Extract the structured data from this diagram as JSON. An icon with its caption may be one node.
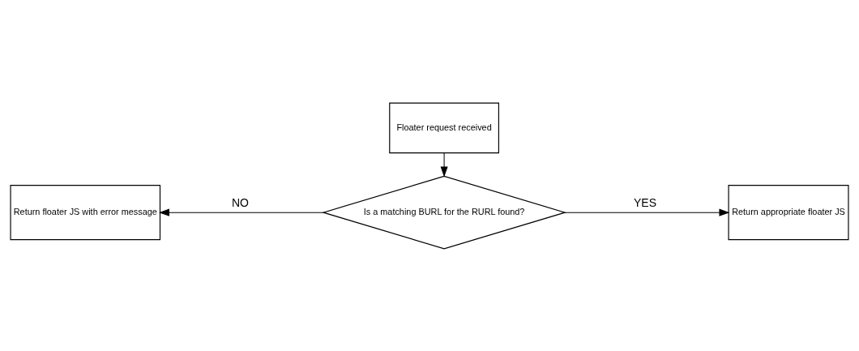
{
  "diagram": {
    "nodes": [
      {
        "text": [
          "Floater request received"
        ]
      },
      {
        "text": [
          "Is a matching BURL for the RURL found?"
        ]
      },
      {
        "text": [
          "Return floater JS with error message"
        ]
      },
      {
        "text": [
          "Return appropriate floater JS"
        ]
      }
    ],
    "edges": [
      {
        "from": 0,
        "to": 1,
        "arrow": "to"
      },
      {
        "from": 1,
        "to": 2,
        "arrow": "to",
        "label": "NO"
      },
      {
        "from": 1,
        "to": 3,
        "arrow": "to",
        "label": "YES"
      }
    ]
  }
}
